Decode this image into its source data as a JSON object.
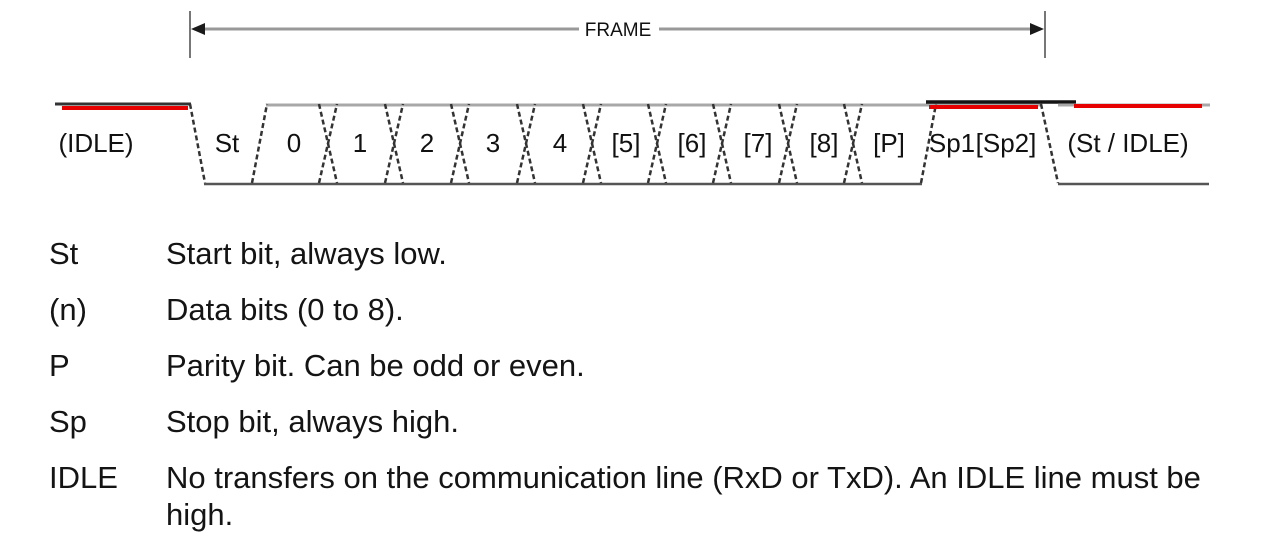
{
  "figure": {
    "frame_label": "FRAME",
    "segments": [
      {
        "label": "(IDLE)"
      },
      {
        "label": "St"
      },
      {
        "label": "0"
      },
      {
        "label": "1"
      },
      {
        "label": "2"
      },
      {
        "label": "3"
      },
      {
        "label": "4"
      },
      {
        "label": "[5]"
      },
      {
        "label": "[6]"
      },
      {
        "label": "[7]"
      },
      {
        "label": "[8]"
      },
      {
        "label": "[P]"
      },
      {
        "label": "Sp1"
      },
      {
        "label": "[Sp2]"
      },
      {
        "label": "(St / IDLE)"
      }
    ],
    "colors": {
      "idle_highlight_red": "#e60000",
      "rail_gray": "#a8a8a8",
      "line_dark": "#3a3a3a",
      "stop_overlay_black": "#141414",
      "dimension_gray": "#999999"
    }
  },
  "legend": {
    "entries": [
      {
        "term": "St",
        "description": "Start bit, always low."
      },
      {
        "term": "(n)",
        "description": "Data bits (0 to 8)."
      },
      {
        "term": "P",
        "description": "Parity bit. Can be odd or even."
      },
      {
        "term": "Sp",
        "description": "Stop bit, always high."
      },
      {
        "term": "IDLE",
        "description": "No transfers on the communication line (RxD or TxD). An IDLE line must be high."
      }
    ]
  }
}
